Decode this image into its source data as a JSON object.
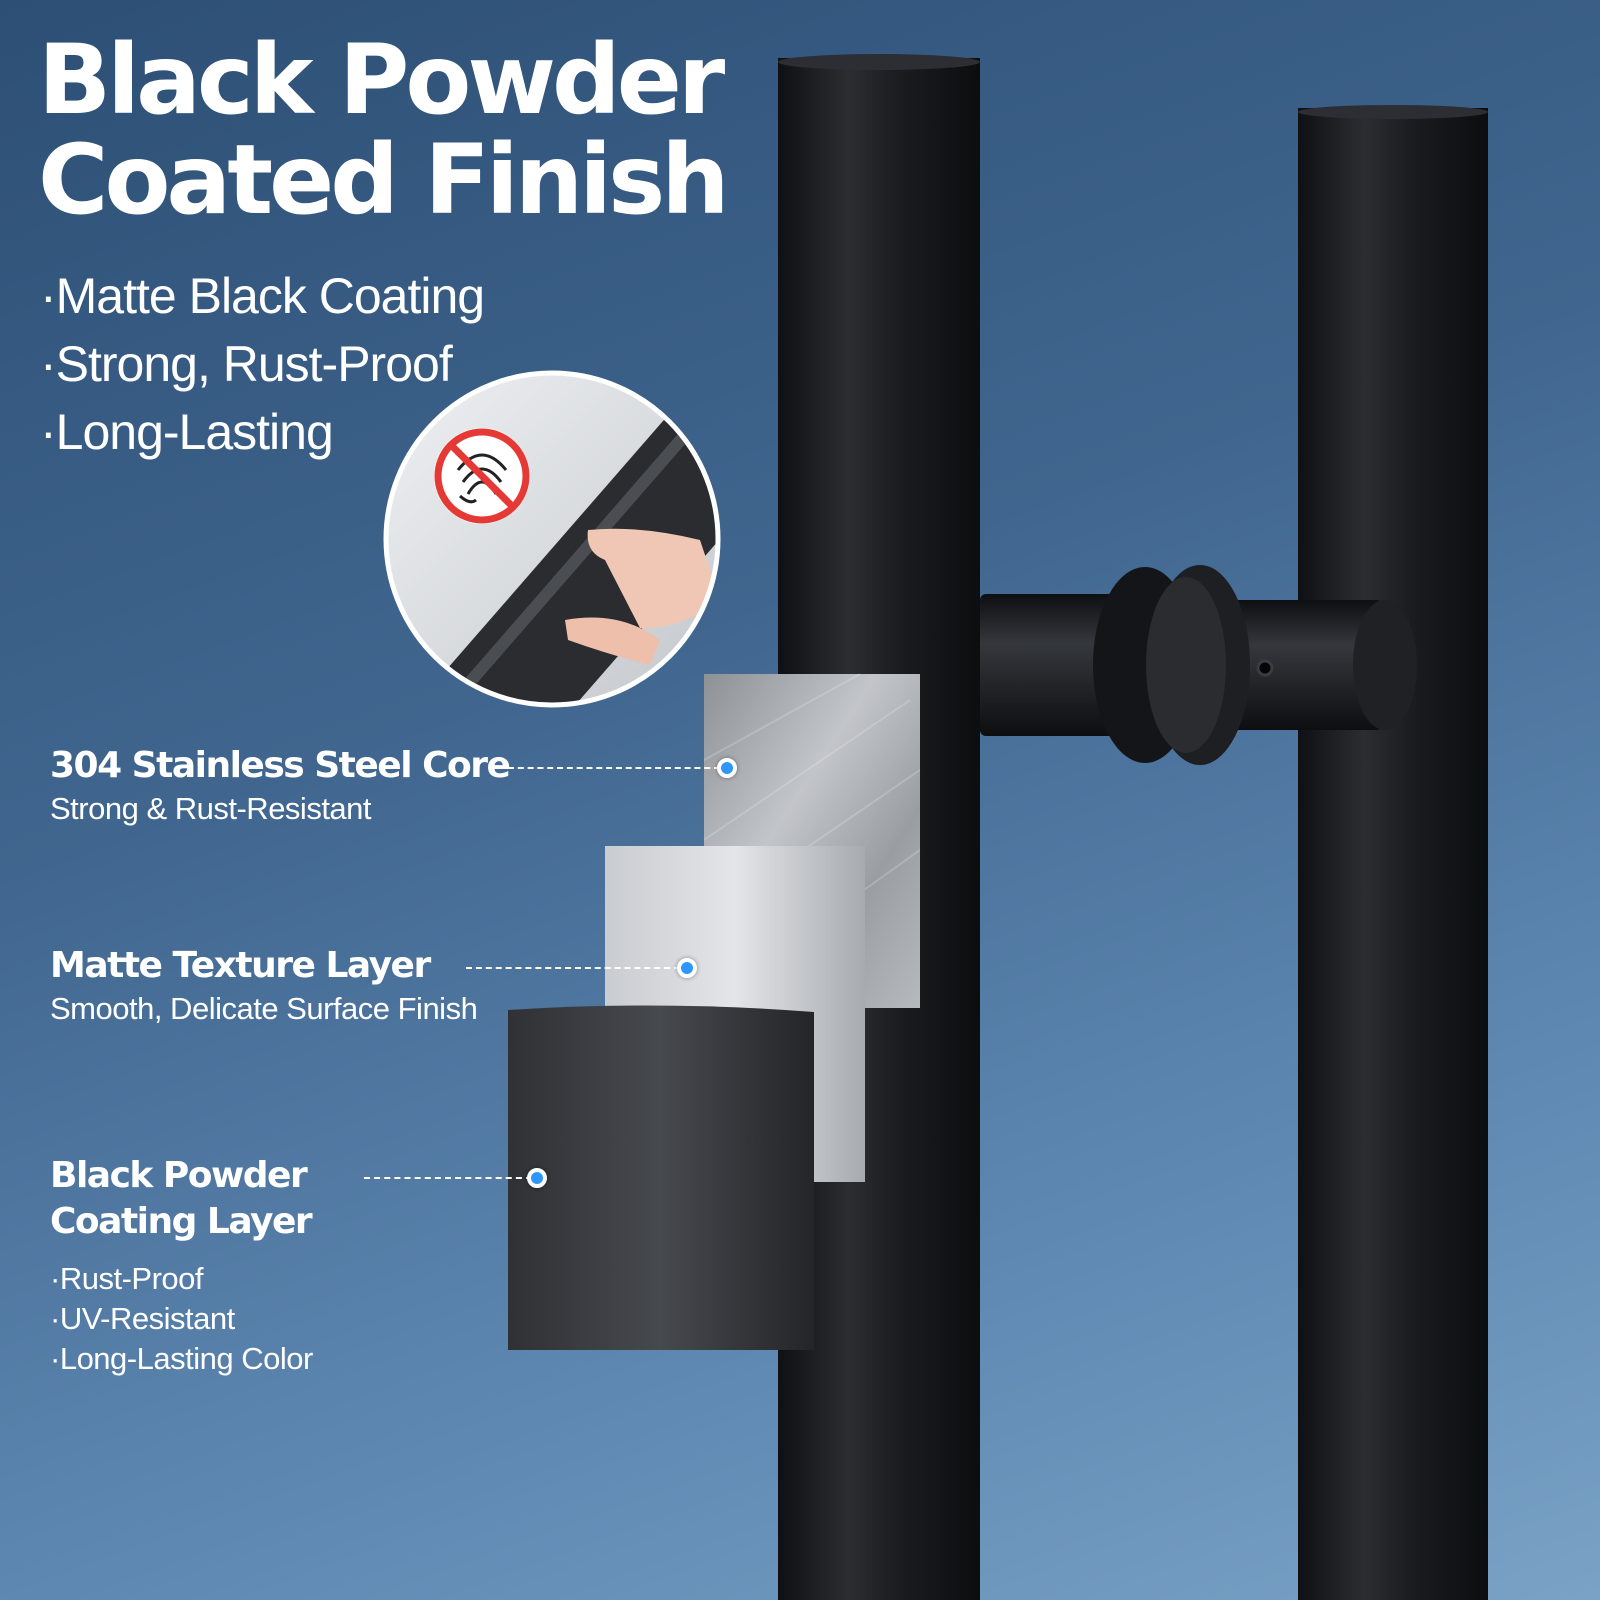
{
  "headline": {
    "line1": "Black Powder",
    "line2": "Coated Finish"
  },
  "features": [
    "Matte Black Coating",
    "Strong, Rust-Proof",
    "Long-Lasting"
  ],
  "layers": [
    {
      "title": "304 Stainless Steel Core",
      "subtitle": "Strong & Rust-Resistant"
    },
    {
      "title": "Matte Texture Layer",
      "subtitle": "Smooth, Delicate Surface Finish"
    },
    {
      "title_line1": "Black Powder",
      "title_line2": "Coating Layer",
      "points": [
        "Rust-Proof",
        "UV-Resistant",
        "Long-Lasting Color"
      ]
    }
  ],
  "colors": {
    "accent_dot": "#2f96ff",
    "bar": "#1c1d20",
    "background": "#40668f"
  },
  "icons": {
    "no_fingerprint": "no-fingerprint-icon"
  }
}
